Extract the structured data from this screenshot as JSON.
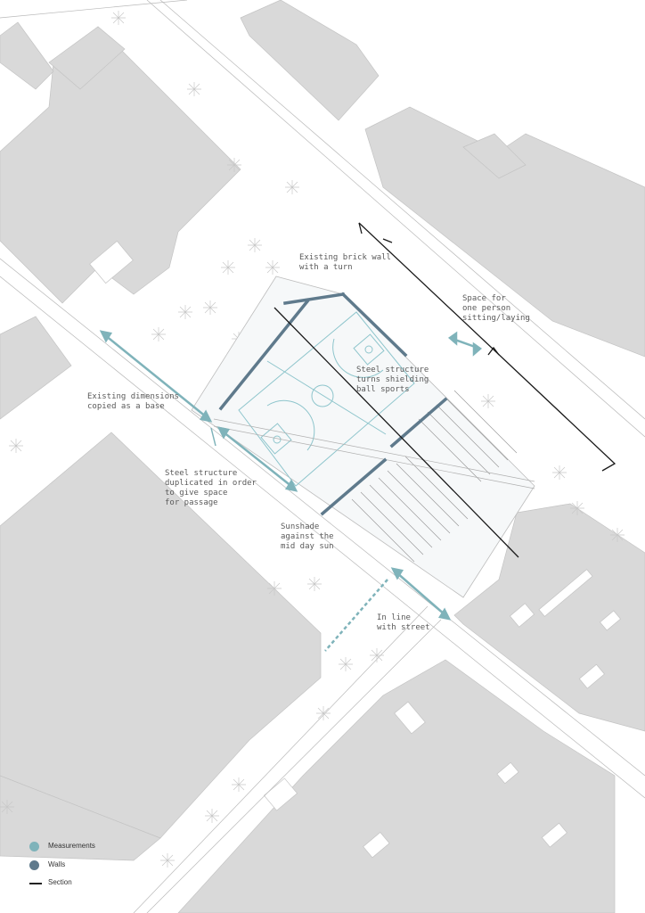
{
  "colors": {
    "measurement": "#7fb3ba",
    "wall": "#5f7a8c",
    "section": "#1a1a1a",
    "building": "#d9d9d9",
    "court": "#8ec5cc"
  },
  "annotations": {
    "brick_wall": "Existing brick wall\nwith a turn",
    "one_person": "Space for\none person\nsitting/laying",
    "steel_turns": "Steel structure\nturns shielding\nball sports",
    "existing_dims": "Existing dimensions\ncopied as a base",
    "steel_duplicated": "Steel structure\nduplicated in order\nto give space\nfor passage",
    "sunshade": "Sunshade\nagainst the\nmid day sun",
    "in_line": "In line\nwith street"
  },
  "legend": {
    "measurements": "Measurements",
    "walls": "Walls",
    "section": "Section"
  }
}
